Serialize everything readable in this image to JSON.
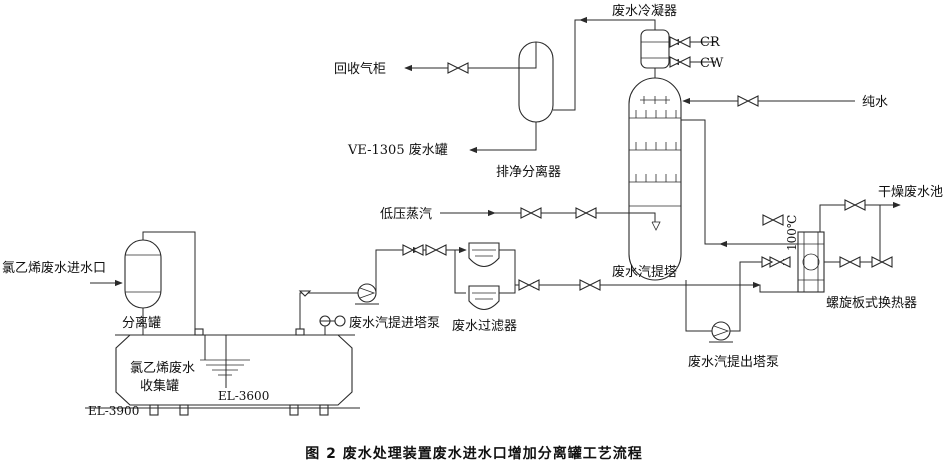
{
  "caption": "图 2   废水处理装置废水进水口增加分离罐工艺流程",
  "labels": {
    "condenser": "废水冷凝器",
    "cr": "CR",
    "cw": "CW",
    "gas_holder": "回收气柜",
    "pure_water": "纯水",
    "ve1305": "VE-1305 废水罐",
    "vent_separator": "排净分离器",
    "low_pressure_steam": "低压蒸汽",
    "dry_pool": "干燥废水池",
    "vcm_inlet": "氯乙烯废水进水口",
    "stripping_tower": "废水汽提塔",
    "separator_tank": "分离罐",
    "feed_pump": "废水汽提进塔泵",
    "filter": "废水过滤器",
    "spiral_hx": "螺旋板式换热器",
    "collector_line1": "氯乙烯废水",
    "collector_line2": "收集罐",
    "el3600": "EL-3600",
    "el3900": "EL-3900",
    "out_pump": "废水汽提出塔泵",
    "hx_tag": "100℃"
  }
}
